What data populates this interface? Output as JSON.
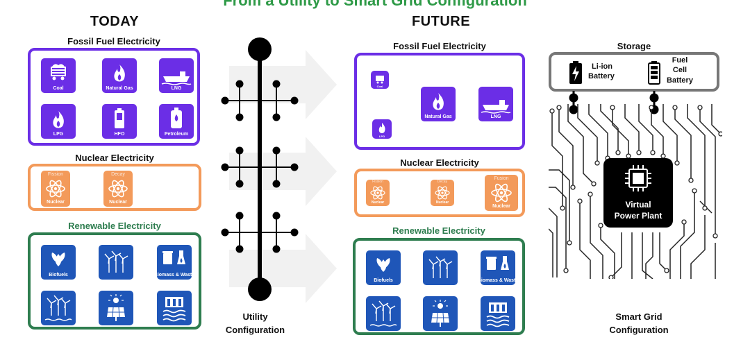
{
  "header": {
    "title": "From a Utility to Smart Grid Configuration"
  },
  "today": {
    "heading": "TODAY",
    "fossil": {
      "title": "Fossil Fuel Electricity",
      "tiles": [
        "Coal",
        "Natural Gas",
        "LNG",
        "LPG",
        "HFO",
        "Petroleum"
      ]
    },
    "nuclear": {
      "title": "Nuclear Electricity",
      "tiles": [
        {
          "top": "Fission",
          "bottom": "Nuclear"
        },
        {
          "top": "Decay",
          "bottom": "Nuclear"
        }
      ]
    },
    "renewable": {
      "title": "Renewable Electricity",
      "tiles": [
        "Biofuels",
        "",
        "Biomass & Waste",
        "",
        "",
        ""
      ]
    }
  },
  "utility": {
    "caption_line1": "Utility",
    "caption_line2": "Configuration"
  },
  "future": {
    "heading": "FUTURE",
    "fossil": {
      "title": "Fossil Fuel Electricity",
      "tiles": [
        "Coal",
        "LPG",
        "Natural Gas",
        "LNG"
      ]
    },
    "nuclear": {
      "title": "Nuclear Electricity",
      "tiles": [
        {
          "top": "Fission",
          "bottom": "Nuclear"
        },
        {
          "top": "Decay",
          "bottom": "Nuclear"
        },
        {
          "top": "Fusion",
          "bottom": "Nuclear"
        }
      ]
    },
    "renewable": {
      "title": "Renewable Electricity",
      "tiles": [
        "Biofuels",
        "",
        "Biomass & Waste",
        "",
        "",
        ""
      ]
    }
  },
  "storage": {
    "title": "Storage",
    "liion_line1": "Li-ion",
    "liion_line2": "Battery",
    "fuel_line1": "Fuel",
    "fuel_line2": "Cell",
    "fuel_line3": "Battery"
  },
  "vpp": {
    "line1": "Virtual",
    "line2": "Power Plant"
  },
  "smartgrid": {
    "caption_line1": "Smart Grid",
    "caption_line2": "Configuration"
  },
  "colors": {
    "title_green": "#2e9a47",
    "fossil_purple": "#6b2ee6",
    "nuclear_orange": "#f39a5a",
    "renewable_green": "#2e7d4f",
    "renewable_blue": "#1f56b8",
    "storage_gray": "#777777"
  },
  "icons": [
    "coal-cart-icon",
    "flame-icon",
    "ship-icon",
    "fuel-tank-icon",
    "atom-icon",
    "leaf-drop-icon",
    "wind-turbine-icon",
    "biomass-icon",
    "offshore-wind-icon",
    "solar-panel-icon",
    "hydro-dam-icon",
    "battery-icon",
    "chip-icon",
    "arrow-icon"
  ]
}
